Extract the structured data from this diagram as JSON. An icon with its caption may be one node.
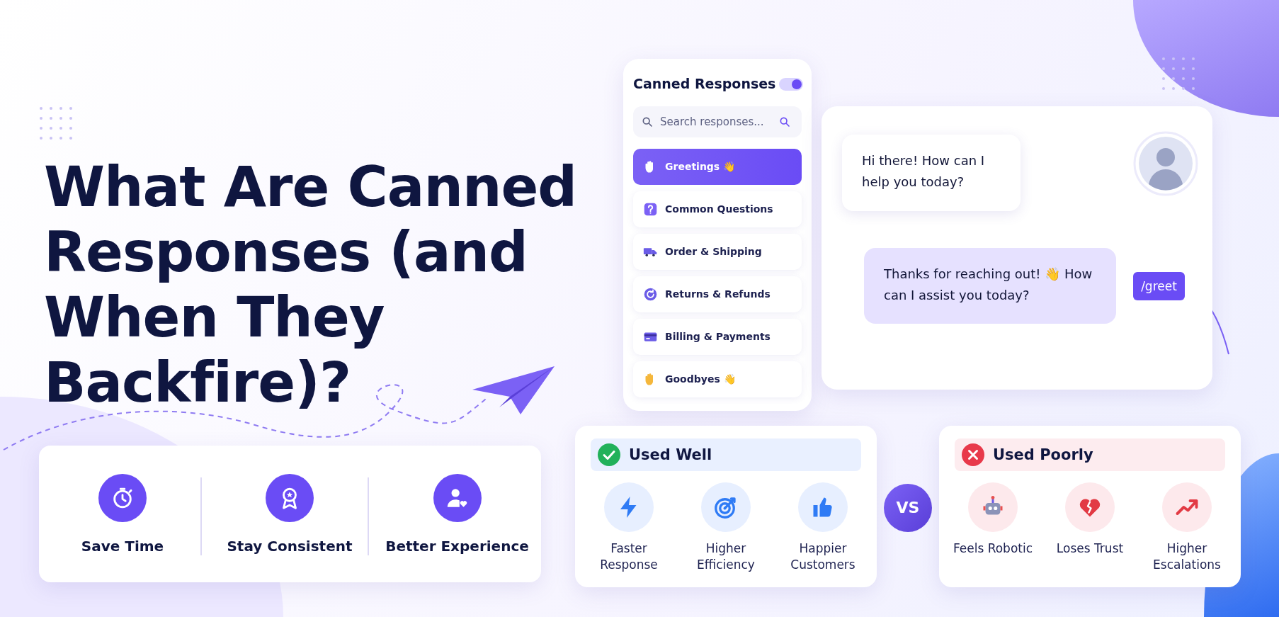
{
  "diagram": {
    "title": "What Are Canned Responses (and When They Backfire)?",
    "nodes": [
      {
        "text": [
          "Canned Responses"
        ]
      },
      {
        "text": [
          "Search responses..."
        ],
        "in": 0
      },
      {
        "text": [
          "Greetings 👋"
        ],
        "in": 0
      },
      {
        "text": [
          "Common Questions"
        ],
        "in": 0
      },
      {
        "text": [
          "Order & Shipping"
        ],
        "in": 0
      },
      {
        "text": [
          "Returns & Refunds"
        ],
        "in": 0
      },
      {
        "text": [
          "Billing & Payments"
        ],
        "in": 0
      },
      {
        "text": [
          "Goodbyes 👋"
        ],
        "in": 0
      },
      {
        "text": [],
        "shape": "box"
      },
      {
        "text": [
          "Hi there! How can I help you today?"
        ],
        "in": 8
      },
      {
        "text": [],
        "shape": "person",
        "in": 8
      },
      {
        "text": [
          "Thanks for reaching out! 👋 How can I assist you today?"
        ],
        "in": 8
      },
      {
        "text": [
          "/greet"
        ],
        "in": 8
      },
      {
        "text": [],
        "shape": "box"
      },
      {
        "text": [
          "Save Time"
        ],
        "in": 13
      },
      {
        "text": [
          "Stay Consistent"
        ],
        "in": 13
      },
      {
        "text": [
          "Better Experience"
        ],
        "in": 13
      },
      {
        "text": [
          "Used Well"
        ]
      },
      {
        "text": [
          "Faster Response"
        ],
        "in": 17
      },
      {
        "text": [
          "Higher Efficiency"
        ],
        "in": 17
      },
      {
        "text": [
          "Happier Customers"
        ],
        "in": 17
      },
      {
        "text": [
          "VS"
        ]
      },
      {
        "text": [
          "Used Poorly"
        ]
      },
      {
        "text": [
          "Feels Robotic"
        ],
        "in": 22
      },
      {
        "text": [
          "Loses Trust"
        ],
        "in": 22
      },
      {
        "text": [
          "Higher Escalations"
        ],
        "in": 22
      }
    ]
  }
}
